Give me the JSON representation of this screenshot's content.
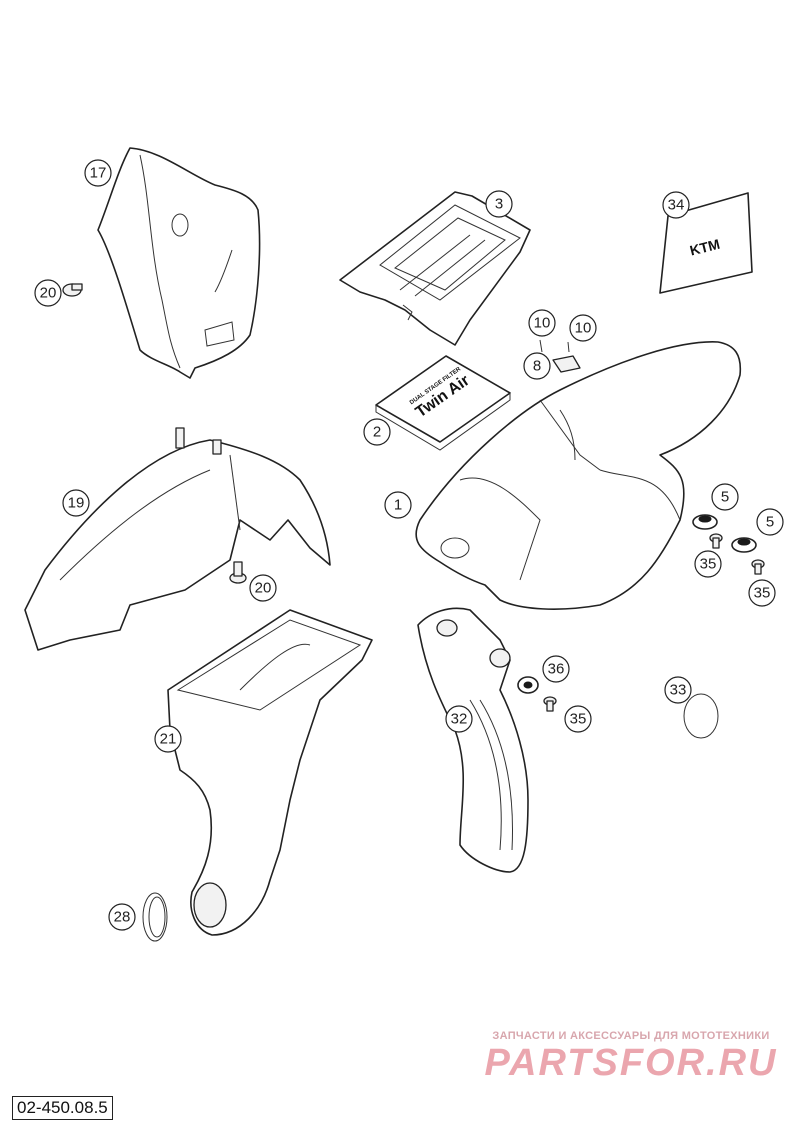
{
  "catalog_number": "02-450.08.5",
  "watermark": {
    "tagline": "ЗАПЧАСТИ И АКСЕССУАРЫ ДЛЯ МОТОТЕХНИКИ",
    "brand": "PARTSFOR.RU"
  },
  "stickers": {
    "filter_pack": "Twin Air",
    "filter_pack_small": "DUAL STAGE FILTER",
    "cover_logo": "KTM"
  },
  "callouts": [
    {
      "id": "c17",
      "label": "17"
    },
    {
      "id": "c20a",
      "label": "20"
    },
    {
      "id": "c3",
      "label": "3"
    },
    {
      "id": "c34",
      "label": "34"
    },
    {
      "id": "c10a",
      "label": "10"
    },
    {
      "id": "c10b",
      "label": "10"
    },
    {
      "id": "c8",
      "label": "8"
    },
    {
      "id": "c2",
      "label": "2"
    },
    {
      "id": "c19",
      "label": "19"
    },
    {
      "id": "c1",
      "label": "1"
    },
    {
      "id": "c5a",
      "label": "5"
    },
    {
      "id": "c5b",
      "label": "5"
    },
    {
      "id": "c35a",
      "label": "35"
    },
    {
      "id": "c35b",
      "label": "35"
    },
    {
      "id": "c20b",
      "label": "20"
    },
    {
      "id": "c36",
      "label": "36"
    },
    {
      "id": "c33",
      "label": "33"
    },
    {
      "id": "c35c",
      "label": "35"
    },
    {
      "id": "c32",
      "label": "32"
    },
    {
      "id": "c21",
      "label": "21"
    },
    {
      "id": "c28",
      "label": "28"
    }
  ]
}
